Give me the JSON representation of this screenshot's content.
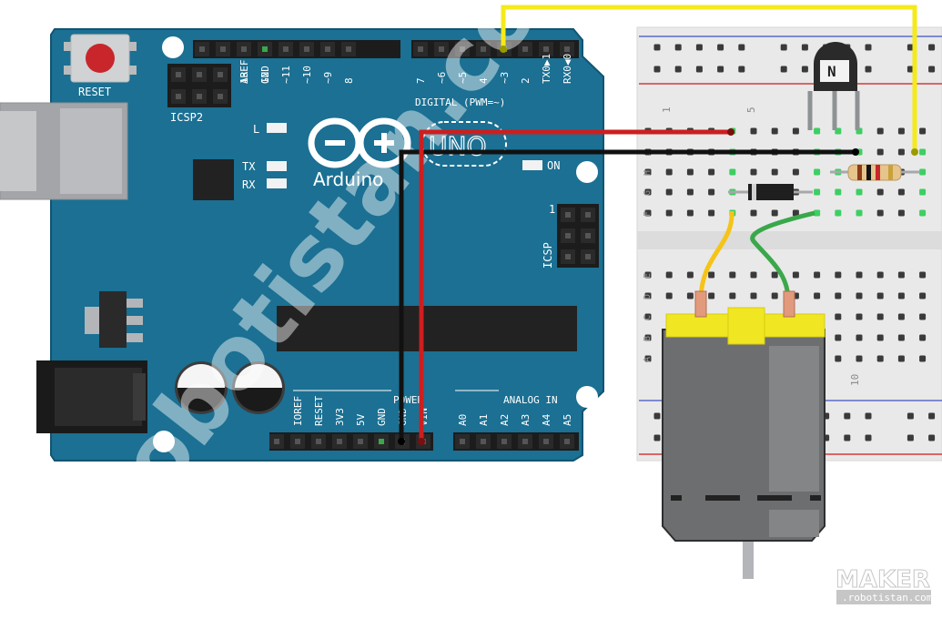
{
  "board": {
    "reset_label": "RESET",
    "icsp2_label": "ICSP2",
    "icsp_label": "ICSP",
    "icsp_pin1": "1",
    "digital_label": "DIGITAL (PWM=~)",
    "digital_pins": [
      "AREF",
      "GND",
      "13",
      "12",
      "~11",
      "~10",
      "~9",
      "8",
      "7",
      "~6",
      "~5",
      "4",
      "~3",
      "2",
      "TX0▶1",
      "RX0◀0"
    ],
    "led_l": "L",
    "led_tx": "TX",
    "led_rx": "RX",
    "led_on": "ON",
    "brand": "Arduino",
    "model": "UNO",
    "power_label": "POWER",
    "power_pins": [
      "IOREF",
      "RESET",
      "3V3",
      "5V",
      "GND",
      "GND",
      "VIN"
    ],
    "analog_label": "ANALOG IN",
    "analog_pins": [
      "A0",
      "A1",
      "A2",
      "A3",
      "A4",
      "A5"
    ]
  },
  "breadboard": {
    "row_number_1": "1",
    "row_number_5": "5",
    "row_number_10": "10",
    "column_letters": [
      "A",
      "B",
      "C",
      "D",
      "E",
      "F",
      "G",
      "H",
      "I",
      "J"
    ]
  },
  "transistor": {
    "mark": "N"
  },
  "watermark": {
    "center_text": "robotistan.com",
    "logo_title": "MAKER",
    "logo_sub": ".robotistan.com"
  },
  "wires": {
    "signal_color": "#f5ea1a",
    "power_color": "#cc1f1f",
    "ground_color": "#111111",
    "motor_lead_a": "#f5c418",
    "motor_lead_b": "#3aa84a"
  },
  "colors": {
    "board": "#1b7093",
    "breadboard": "#e9e9e9",
    "motor_cap": "#f0e621",
    "motor_body": "#6d6e70"
  }
}
